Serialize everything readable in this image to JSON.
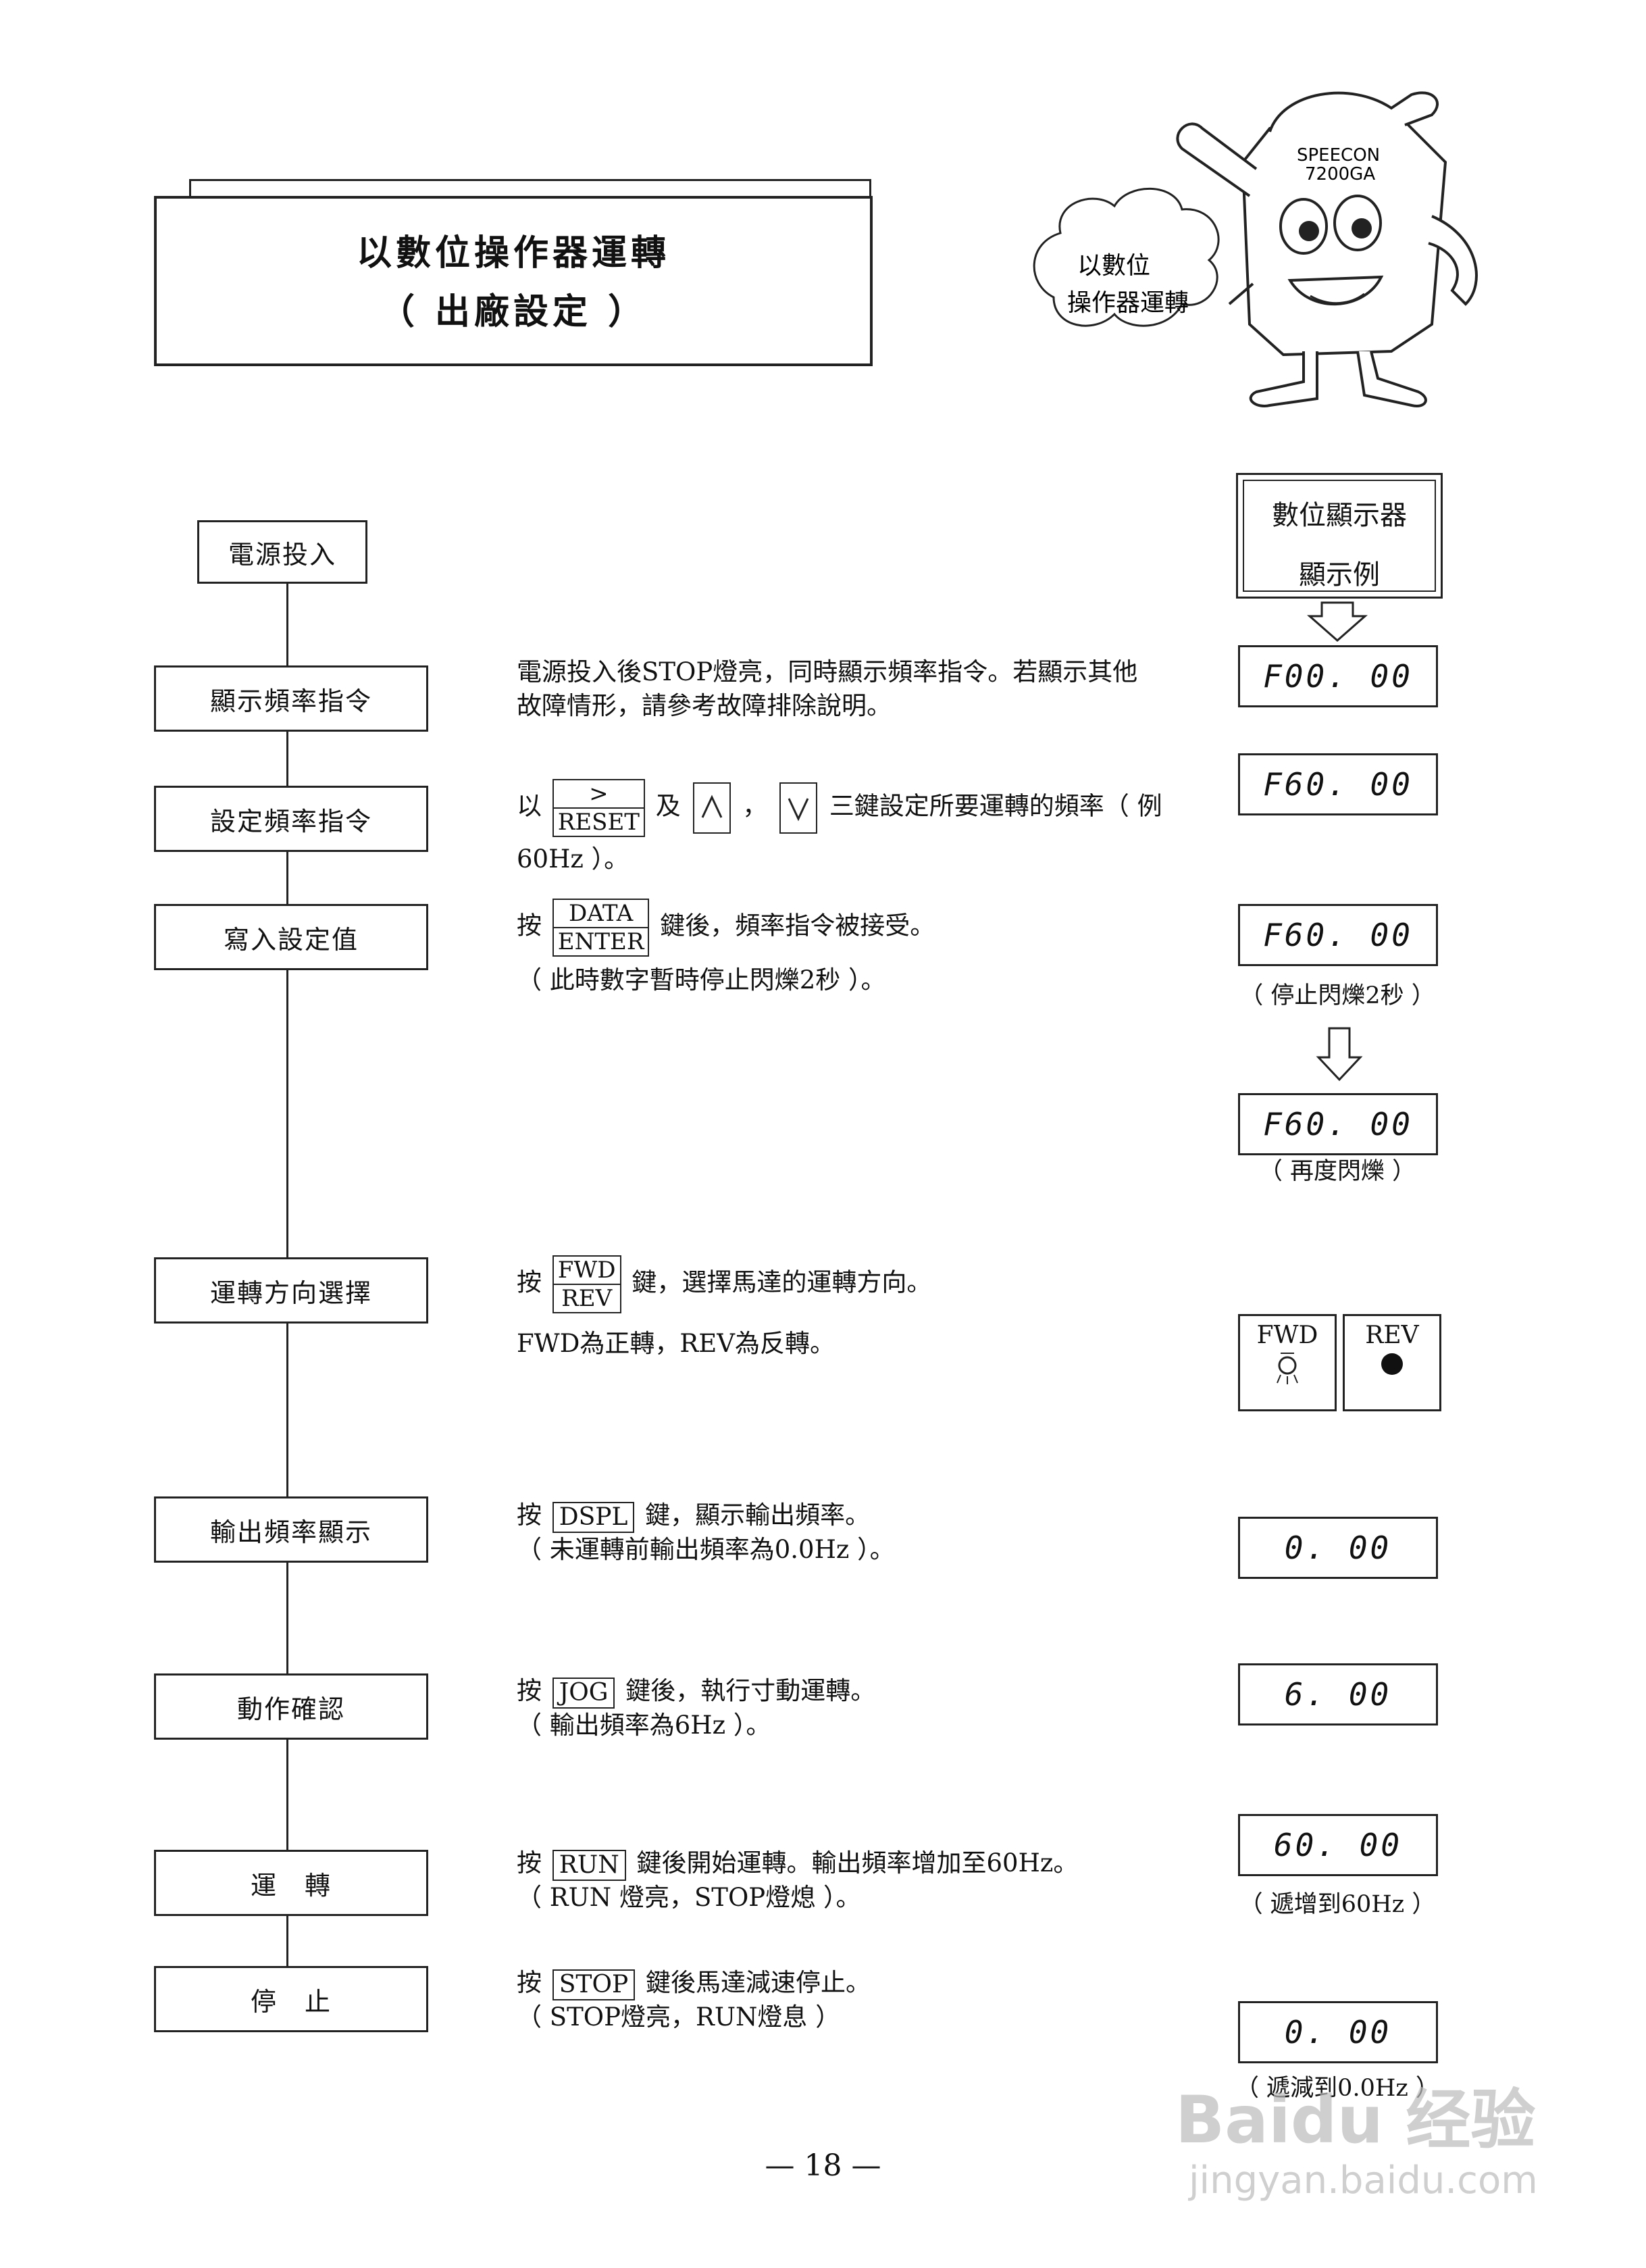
{
  "title": {
    "line1": "以數位操作器運轉",
    "line2": "（ 出廠設定 ）"
  },
  "mascot": {
    "label1": "SPEECON",
    "label2": "7200GA",
    "bubble1": "以數位",
    "bubble2": "操作器運轉"
  },
  "display_header": {
    "line1": "數位顯示器",
    "line2": "顯示例"
  },
  "steps": [
    {
      "label": "電源投入"
    },
    {
      "label": "顯示頻率指令",
      "desc1": "電源投入後STOP燈亮，同時顯示頻率指令。若顯示其他",
      "desc2": "故障情形，請參考故障排除說明。",
      "display": "F00. 00"
    },
    {
      "label": "設定頻率指令",
      "desc_prefix": "以",
      "key_top": ">",
      "key_bottom": "RESET",
      "and": "及",
      "comma": "，",
      "desc_suffix": "三鍵設定所要運轉的頻率（ 例",
      "desc2": "60Hz ）。",
      "display": "F60. 00"
    },
    {
      "label": "寫入設定值",
      "desc_prefix": "按",
      "key_top": "DATA",
      "key_bottom": "ENTER",
      "desc_suffix": "鍵後，頻率指令被接受。",
      "desc2": "（ 此時數字暫時停止閃爍2秒 ）。",
      "display": "F60. 00",
      "caption": "（ 停止閃爍2秒 ）",
      "display2": "F60. 00",
      "caption2": "（ 再度閃爍 ）"
    },
    {
      "label": "運轉方向選擇",
      "desc_prefix": "按",
      "key_top": "FWD",
      "key_bottom": "REV",
      "desc_suffix": "鍵，選擇馬達的運轉方向。",
      "desc2": "FWD為正轉，REV為反轉。",
      "lamp_fwd": "FWD",
      "lamp_rev": "REV"
    },
    {
      "label": "輸出頻率顯示",
      "desc_prefix": "按",
      "key": "DSPL",
      "desc_suffix": "鍵，顯示輸出頻率。",
      "desc2": "（ 未運轉前輸出頻率為0.0Hz ）。",
      "display": "0. 00"
    },
    {
      "label": "動作確認",
      "desc_prefix": "按",
      "key": "JOG",
      "desc_suffix": "鍵後，執行寸動運轉。",
      "desc2": "（ 輸出頻率為6Hz ）。",
      "display": "6. 00"
    },
    {
      "label": "運　轉",
      "desc_prefix": "按",
      "key": "RUN",
      "desc_suffix": "鍵後開始運轉。輸出頻率增加至60Hz。",
      "desc2": "（ RUN 燈亮，STOP燈熄 ）。",
      "display": "60. 00",
      "caption": "（ 遞增到60Hz ）"
    },
    {
      "label": "停　止",
      "desc_prefix": "按",
      "key": "STOP",
      "desc_suffix": "鍵後馬達減速停止。",
      "desc2": "（ STOP燈亮，RUN燈息 ）",
      "display": "0. 00",
      "caption": "（ 遞減到0.0Hz ）"
    }
  ],
  "page_number": "— 18 —",
  "watermark": {
    "logo": "Baidu 经验",
    "url": "jingyan.baidu.com"
  }
}
